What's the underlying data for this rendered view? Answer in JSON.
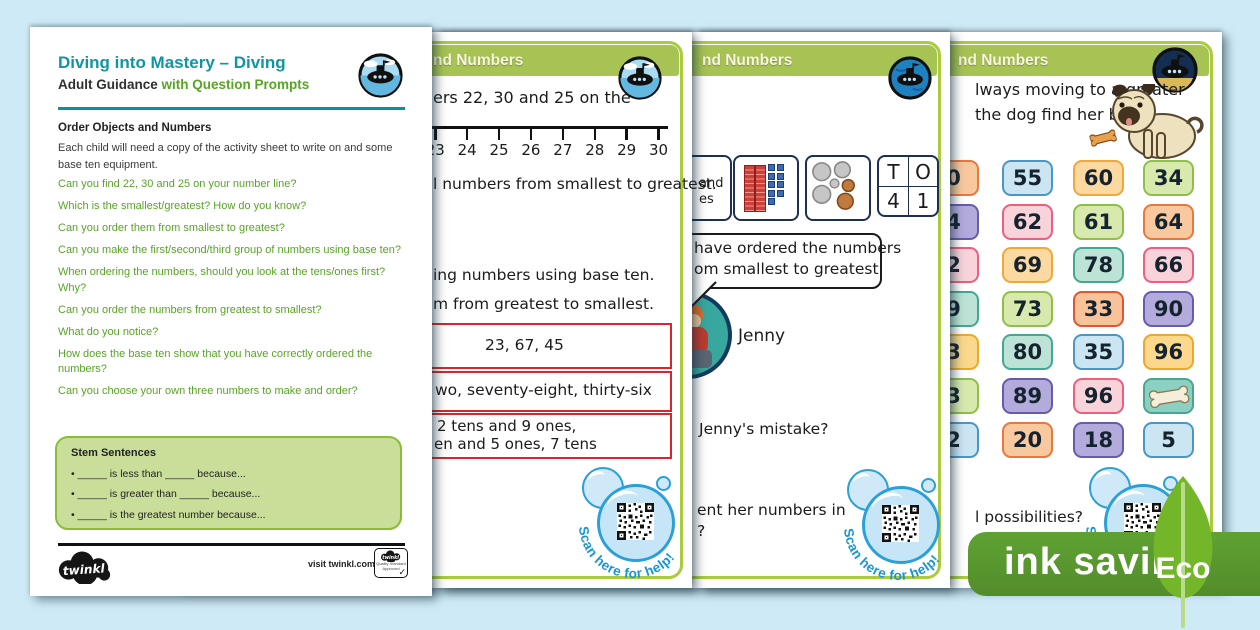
{
  "background": "#cfeaf7",
  "colors": {
    "frame_green": "#a9cb3d",
    "band_green": "#a7c353",
    "accent_teal": "#0f96a4",
    "question_green": "#58a426",
    "red_box_border": "#d4282c",
    "scan_blue": "#1795d4",
    "eco_band_green": "#5a9b31",
    "eco_leaf_green": "#74b62a"
  },
  "page1": {
    "title": "Diving into Mastery – Diving",
    "subtitle_bold": "Adult Guidance",
    "subtitle_accent": "with Question Prompts",
    "section_heading": "Order Objects and Numbers",
    "intro": "Each child will need a copy of the activity sheet to write on and some base ten equipment.",
    "questions": [
      "Can you find 22, 30 and 25 on your number line?",
      "Which is the smallest/greatest? How do you know?",
      "Can you order them from smallest to greatest?",
      "Can you make the first/second/third group of numbers using base ten?",
      "When ordering the numbers, should you look at the tens/ones first? Why?",
      "Can you order the numbers from greatest to smallest?",
      "What do you notice?",
      "How does the base ten show that you have correctly ordered the numbers?",
      "Can you choose your own three numbers to make and order?"
    ],
    "stem_box": {
      "title": "Stem Sentences",
      "sentences": [
        "_____ is less than _____ because...",
        "_____ is greater than _____ because...",
        "_____ is the greatest number because..."
      ]
    },
    "footer": {
      "logo": "twinkl",
      "visit": "visit twinkl.com",
      "badge_line1": "Quality Standard",
      "badge_line2": "Approved"
    }
  },
  "page2": {
    "header_fragment": "nd Numbers",
    "prompt_fragment": "ers 22, 30 and 25 on the",
    "number_line": {
      "labels": [
        "23",
        "24",
        "25",
        "26",
        "27",
        "28",
        "29",
        "30"
      ]
    },
    "order_fragment": "l numbers from smallest to greatest.",
    "base_ten_fragment": "ing numbers using base ten.",
    "greatest_fragment": "m from greatest to smallest.",
    "red_boxes": {
      "box1": "23, 67, 45",
      "box2": "wo, seventy-eight, thirty-six",
      "box3_lines": [
        "2 tens and 9 ones,",
        "en and 5 ones, 7 tens"
      ]
    },
    "scan_help": "Scan here for help!"
  },
  "page3": {
    "header_fragment": "nd Numbers",
    "partial_card_lines": [
      "and",
      "es"
    ],
    "place_value_table": {
      "headers": [
        "T",
        "O"
      ],
      "values": [
        "4",
        "1"
      ]
    },
    "speech_lines": [
      "have ordered the numbers",
      "om smallest to greatest."
    ],
    "character_name": "Jenny",
    "mistake_fragment": "Jenny's mistake?",
    "represent_fragment": "ent her numbers in",
    "represent_fragment2": "?",
    "scan_help": "Scan here for help!"
  },
  "page4": {
    "header_fragment": "nd Numbers",
    "intro_fragments": [
      "lways moving to a greater",
      "the dog find her bone."
    ],
    "grid": [
      [
        {
          "v": "0",
          "c": "peach"
        },
        {
          "v": "55",
          "c": "blue"
        },
        {
          "v": "60",
          "c": "orange"
        },
        {
          "v": "34",
          "c": "green"
        }
      ],
      [
        {
          "v": "4",
          "c": "purple"
        },
        {
          "v": "62",
          "c": "pink"
        },
        {
          "v": "61",
          "c": "green"
        },
        {
          "v": "64",
          "c": "peach"
        }
      ],
      [
        {
          "v": "2",
          "c": "pink"
        },
        {
          "v": "69",
          "c": "orange"
        },
        {
          "v": "78",
          "c": "teal"
        },
        {
          "v": "66",
          "c": "pink"
        }
      ],
      [
        {
          "v": "9",
          "c": "teal"
        },
        {
          "v": "73",
          "c": "green"
        },
        {
          "v": "33",
          "c": "red"
        },
        {
          "v": "90",
          "c": "purple"
        }
      ],
      [
        {
          "v": "3",
          "c": "yellow"
        },
        {
          "v": "80",
          "c": "teal"
        },
        {
          "v": "35",
          "c": "blue"
        },
        {
          "v": "96",
          "c": "yellow"
        }
      ],
      [
        {
          "v": "3",
          "c": "green"
        },
        {
          "v": "89",
          "c": "purple"
        },
        {
          "v": "96",
          "c": "pink"
        },
        {
          "v": "bone",
          "c": "bone"
        }
      ],
      [
        {
          "v": "2",
          "c": "blue"
        },
        {
          "v": "20",
          "c": "peach"
        },
        {
          "v": "18",
          "c": "purple"
        },
        {
          "v": "5",
          "c": "blue"
        }
      ]
    ],
    "possibilities_fragment": "l possibilities?",
    "scan_help": "Scan here for help!"
  },
  "eco": {
    "band": "ink saving",
    "leaf": "Eco"
  }
}
